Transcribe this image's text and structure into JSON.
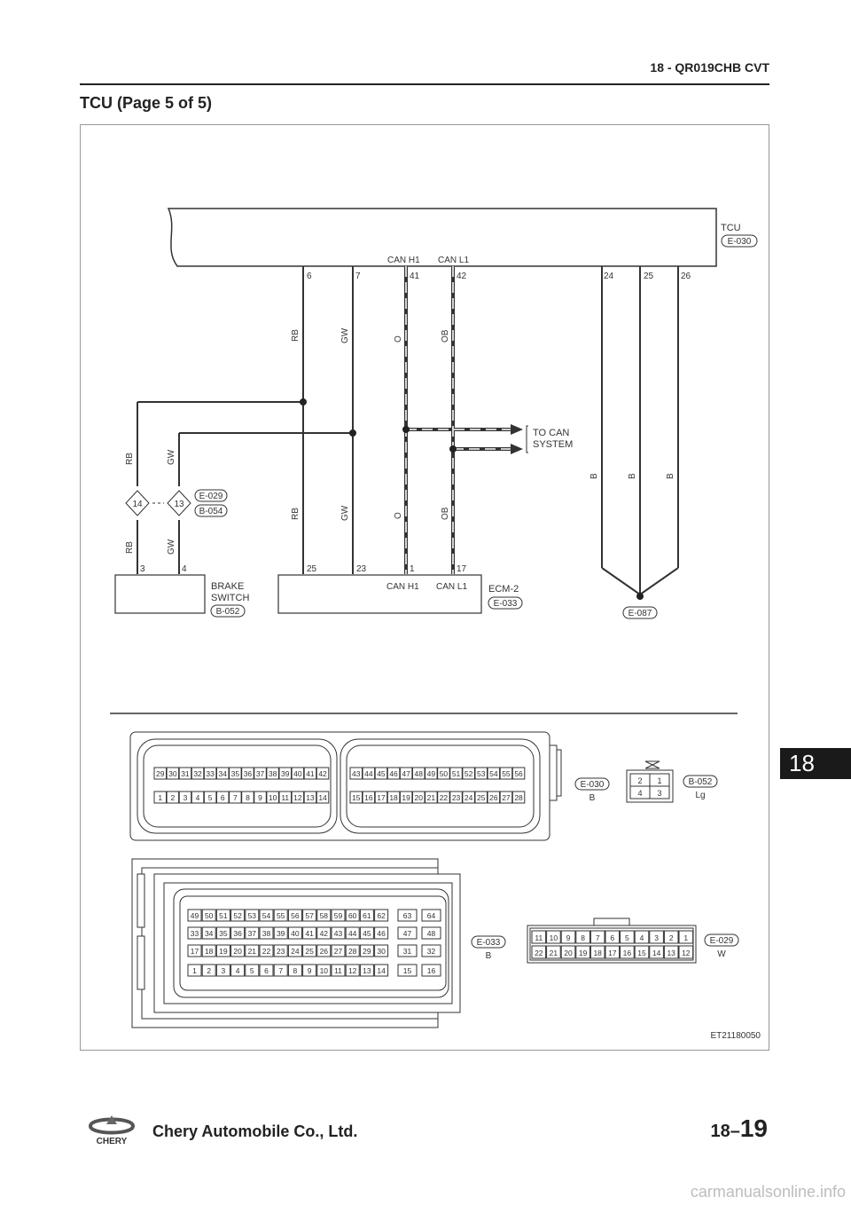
{
  "header": {
    "title": "18 - QR019CHB CVT"
  },
  "page_title": "TCU (Page 5 of 5)",
  "chapter_tab": "18",
  "diagram": {
    "tcu": {
      "name": "TCU",
      "connector": "E-030",
      "pins": [
        "6",
        "7",
        "41",
        "42",
        "24",
        "25",
        "26"
      ],
      "can_h_label": "CAN H1",
      "can_l_label": "CAN L1"
    },
    "wires": {
      "rb": "RB",
      "gw": "GW",
      "o": "O",
      "ob": "OB",
      "b": "B"
    },
    "to_can": [
      "TO CAN",
      "SYSTEM"
    ],
    "junction": {
      "pins": [
        "14",
        "13"
      ],
      "connectors": [
        "E-029",
        "B-054"
      ]
    },
    "brake_switch": {
      "name": [
        "BRAKE",
        "SWITCH"
      ],
      "connector": "B-052",
      "pins": [
        "3",
        "4"
      ]
    },
    "ecm": {
      "name": "ECM-2",
      "connector": "E-033",
      "pins": [
        "25",
        "23",
        "1",
        "17"
      ],
      "can_h_label": "CAN H1",
      "can_l_label": "CAN L1"
    },
    "ground": {
      "connector": "E-087"
    },
    "image_code": "ET21180050"
  },
  "connector_views": {
    "e030": {
      "label": "E-030",
      "color": "B",
      "left_top": [
        "29",
        "30",
        "31",
        "32",
        "33",
        "34",
        "35",
        "36",
        "37",
        "38",
        "39",
        "40",
        "41",
        "42"
      ],
      "left_bottom": [
        "1",
        "2",
        "3",
        "4",
        "5",
        "6",
        "7",
        "8",
        "9",
        "10",
        "11",
        "12",
        "13",
        "14"
      ],
      "right_top": [
        "43",
        "44",
        "45",
        "46",
        "47",
        "48",
        "49",
        "50",
        "51",
        "52",
        "53",
        "54",
        "55",
        "56"
      ],
      "right_bottom": [
        "15",
        "16",
        "17",
        "18",
        "19",
        "20",
        "21",
        "22",
        "23",
        "24",
        "25",
        "26",
        "27",
        "28"
      ]
    },
    "b052": {
      "label": "B-052",
      "color": "Lg",
      "top": [
        "2",
        "1"
      ],
      "bottom": [
        "4",
        "3"
      ]
    },
    "e033": {
      "label": "E-033",
      "color": "B",
      "rows": [
        [
          "49",
          "50",
          "51",
          "52",
          "53",
          "54",
          "55",
          "56",
          "57",
          "58",
          "59",
          "60",
          "61",
          "62"
        ],
        [
          "33",
          "34",
          "35",
          "36",
          "37",
          "38",
          "39",
          "40",
          "41",
          "42",
          "43",
          "44",
          "45",
          "46"
        ],
        [
          "17",
          "18",
          "19",
          "20",
          "21",
          "22",
          "23",
          "24",
          "25",
          "26",
          "27",
          "28",
          "29",
          "30"
        ],
        [
          "1",
          "2",
          "3",
          "4",
          "5",
          "6",
          "7",
          "8",
          "9",
          "10",
          "11",
          "12",
          "13",
          "14"
        ]
      ],
      "extra": [
        [
          "63",
          "64"
        ],
        [
          "47",
          "48"
        ],
        [
          "31",
          "32"
        ],
        [
          "15",
          "16"
        ]
      ]
    },
    "e029": {
      "label": "E-029",
      "color": "W",
      "top": [
        "11",
        "10",
        "9",
        "8",
        "7",
        "6",
        "5",
        "4",
        "3",
        "2",
        "1"
      ],
      "bottom": [
        "22",
        "21",
        "20",
        "19",
        "18",
        "17",
        "16",
        "15",
        "14",
        "13",
        "12"
      ]
    }
  },
  "footer": {
    "company": "Chery Automobile Co., Ltd.",
    "page_prefix": "18–",
    "page_number": "19",
    "watermark": "carmanualsonline.info",
    "logo_text": "CHERY"
  }
}
